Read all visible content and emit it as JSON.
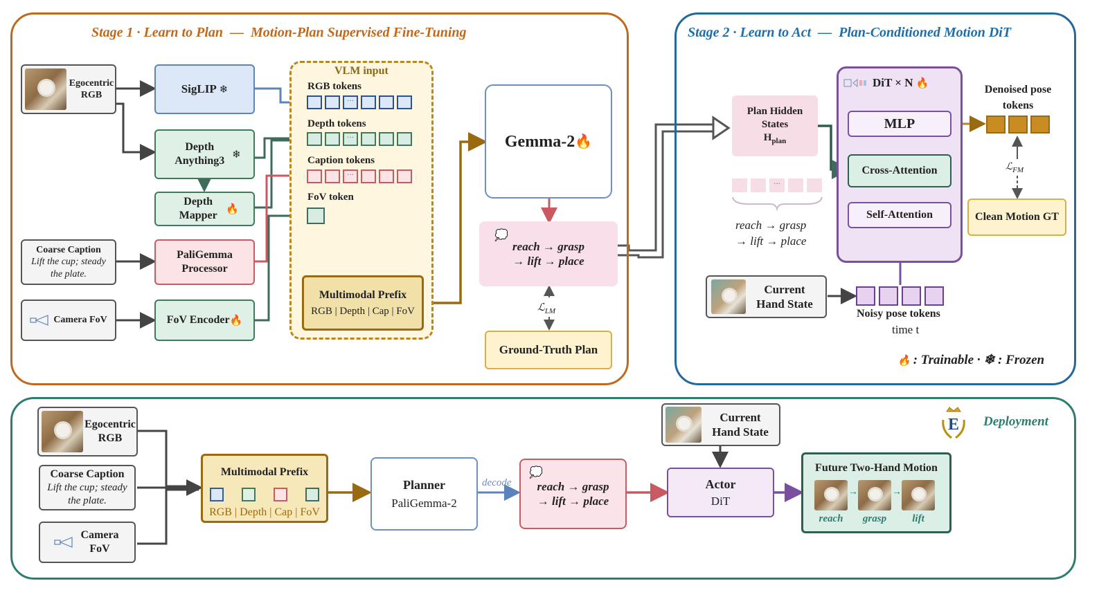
{
  "stage1": {
    "title": "Stage 1 · Learn to Plan  —  Motion-Plan Supervised Fine-Tuning",
    "ego_rgb": "Egocentric RGB",
    "siglip": "SigLIP",
    "depth_anything": "Depth Anything3",
    "depth_mapper": "Depth Mapper",
    "coarse_caption_title": "Coarse Caption",
    "coarse_caption_text": "Lift the cup; steady the plate.",
    "paligemma_processor": "PaliGemma Processor",
    "camera_fov": "Camera FoV",
    "fov_encoder": "FoV Encoder",
    "vlm_input": "VLM input",
    "rgb_tokens": "RGB tokens",
    "depth_tokens": "Depth tokens",
    "caption_tokens": "Caption tokens",
    "fov_token": "FoV token",
    "token_ellipsis": "···",
    "multimodal_prefix": "Multimodal Prefix",
    "prefix_parts": "RGB | Depth | Cap | FoV",
    "gemma": "Gemma-2",
    "plan_line1": "reach → grasp",
    "plan_line2": "→ lift → place",
    "loss_lm": "ℒLM",
    "ground_truth_plan": "Ground-Truth Plan"
  },
  "stage2": {
    "title": "Stage 2 · Learn to Act  —  Plan-Conditioned Motion DiT",
    "plan_hidden_states": "Plan Hidden States",
    "h_plan": "Hplan",
    "plan_line1": "reach → grasp",
    "plan_line2": "→ lift → place",
    "dit": "DiT × N",
    "mlp": "MLP",
    "cross_attention": "Cross-Attention",
    "self_attention": "Self-Attention",
    "denoised_pose_tokens": "Denoised pose tokens",
    "loss_fm": "ℒFM",
    "clean_motion_gt": "Clean Motion GT",
    "current_hand_state": "Current Hand State",
    "noisy_pose_tokens": "Noisy pose tokens",
    "time_t": "time t",
    "legend": ": Trainable · ❄ : Frozen"
  },
  "deployment": {
    "title": "Deployment",
    "logo_letter": "E",
    "ego_rgb": "Egocentric RGB",
    "coarse_caption_title": "Coarse Caption",
    "coarse_caption_text": "Lift the cup; steady the plate.",
    "camera_fov": "Camera FoV",
    "multimodal_prefix": "Multimodal Prefix",
    "prefix_parts": "RGB | Depth | Cap | FoV",
    "planner": "Planner",
    "planner_model": "PaliGemma-2",
    "decode": "decode",
    "plan_line1": "reach → grasp",
    "plan_line2": "→ lift → place",
    "current_hand_state": "Current Hand State",
    "actor": "Actor",
    "actor_model": "DiT",
    "future_motion": "Future Two-Hand Motion",
    "frames": [
      "reach",
      "grasp",
      "lift"
    ]
  },
  "colors": {
    "stage1_border": "#c0691e",
    "stage2_border": "#23689a",
    "deploy_border": "#2f7d70",
    "blue": "#5b84bd",
    "green": "#3e7a5a",
    "red": "#c95a62",
    "gold": "#a0761a",
    "purple": "#7b4fa0",
    "gray": "#555555"
  }
}
